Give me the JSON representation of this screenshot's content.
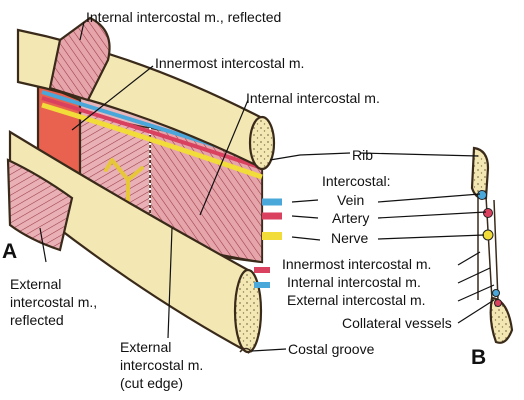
{
  "labels": {
    "internal_reflected": "Internal intercostal m., reflected",
    "innermost_top": "Innermost intercostal m.",
    "internal_top": "Internal intercostal m.",
    "rib": "Rib",
    "intercostal_heading": "Intercostal:",
    "vein": "Vein",
    "artery": "Artery",
    "nerve": "Nerve",
    "innermost_right": "Innermost intercostal m.",
    "internal_right": "Internal intercostal m.",
    "external_right": "External intercostal m.",
    "collateral_vessels": "Collateral vessels",
    "costal_groove": "Costal groove",
    "external_reflected_1": "External",
    "external_reflected_2": "intercostal m.,",
    "external_reflected_3": "reflected",
    "external_cut_1": "External",
    "external_cut_2": "intercostal m.",
    "external_cut_3": "(cut edge)",
    "panel_a": "A",
    "panel_b": "B"
  },
  "colors": {
    "rib": "#f3e7b4",
    "muscle": "#e7aab0",
    "innermost": "#e8624f",
    "vein": "#4aa7d9",
    "artery": "#d9415f",
    "nerve": "#f2dc3a",
    "outline": "#3a2a1a"
  }
}
